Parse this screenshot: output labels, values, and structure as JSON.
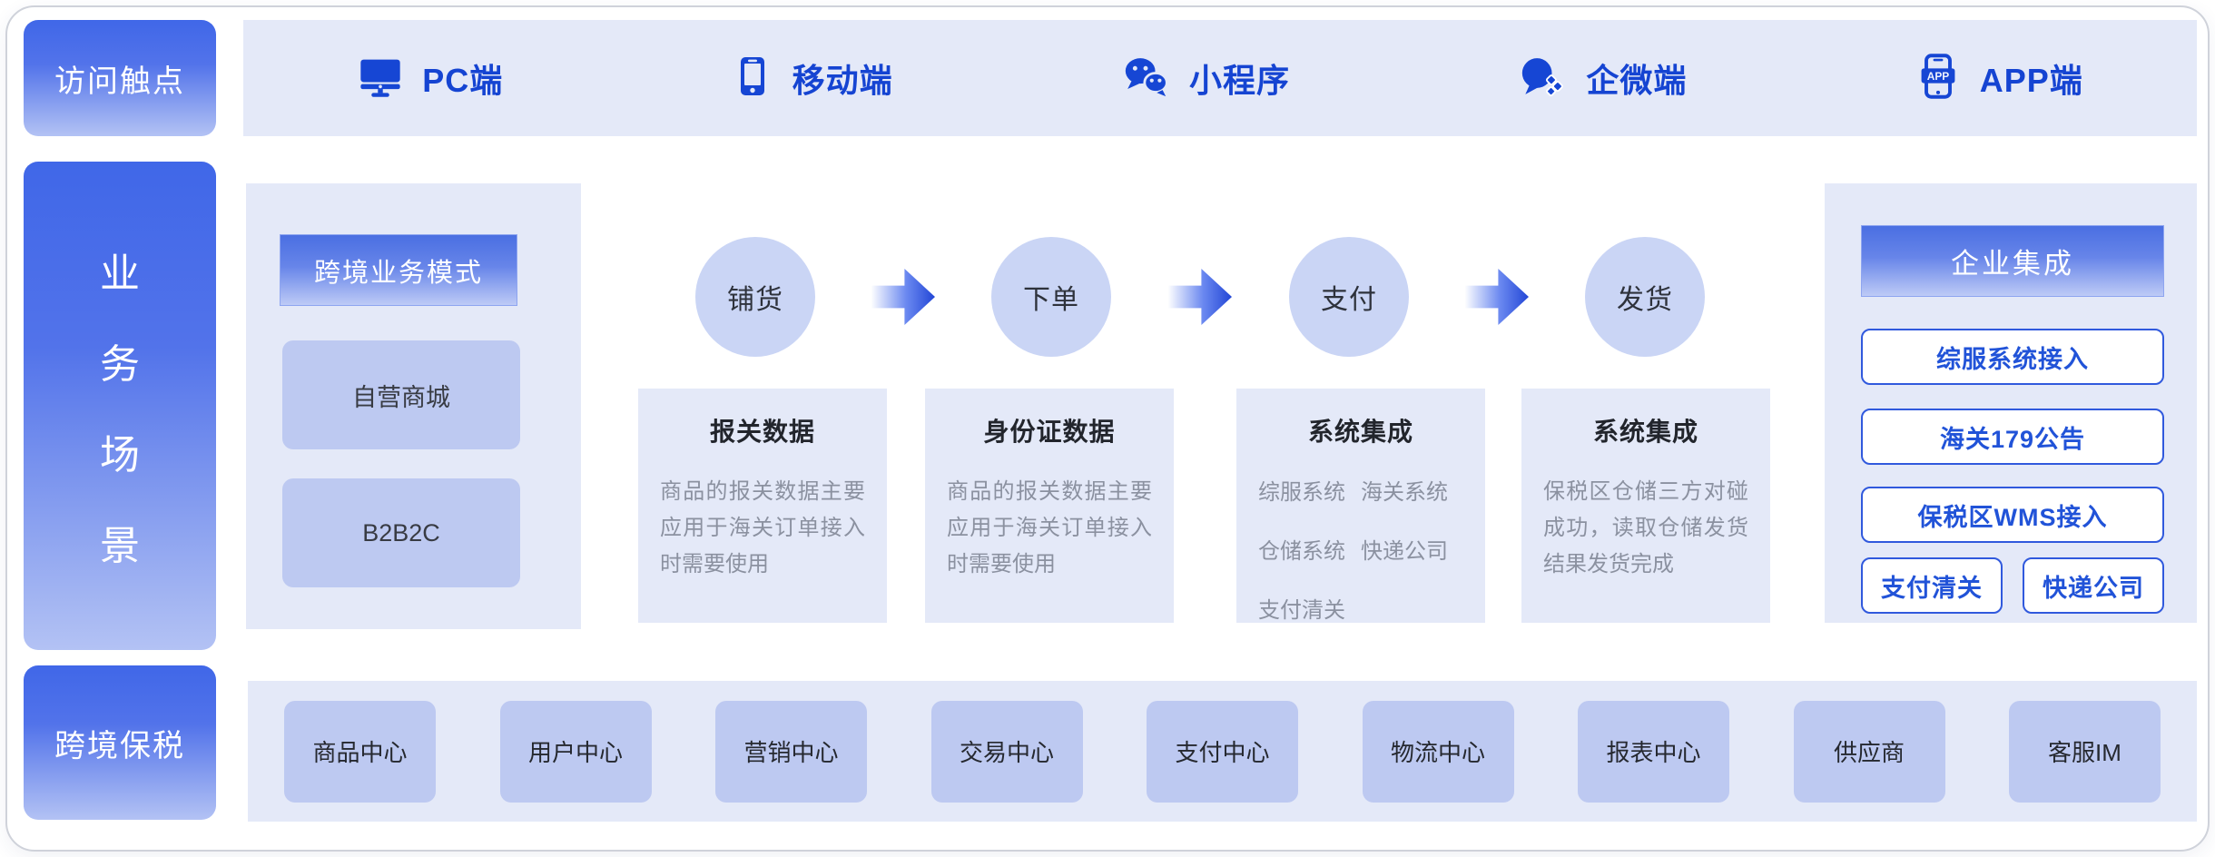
{
  "access": {
    "label": "访问触点"
  },
  "touchpoints": {
    "app_badge": "APP",
    "items": [
      {
        "icon": "pc-icon",
        "label": "PC端"
      },
      {
        "icon": "mobile-icon",
        "label": "移动端"
      },
      {
        "icon": "wechat-miniprogram-icon",
        "label": "小程序"
      },
      {
        "icon": "wecom-icon",
        "label": "企微端"
      },
      {
        "icon": "app-icon",
        "label": "APP端"
      }
    ]
  },
  "scene": {
    "label": "业务场景",
    "chars": [
      "业",
      "务",
      "场",
      "景"
    ]
  },
  "mode": {
    "header": "跨境业务模式",
    "items": [
      "自营商城",
      "B2B2C"
    ]
  },
  "flow": {
    "steps": [
      "铺货",
      "下单",
      "支付",
      "发货"
    ]
  },
  "details": [
    {
      "title": "报关数据",
      "body": "商品的报关数据主要应用于海关订单接入时需要使用"
    },
    {
      "title": "身份证数据",
      "body": "商品的报关数据主要应用于海关订单接入时需要使用"
    },
    {
      "title": "系统集成",
      "items": [
        "综服系统",
        "海关系统",
        "仓储系统",
        "快递公司",
        "支付清关"
      ]
    },
    {
      "title": "系统集成",
      "body": "保税区仓储三方对碰成功，读取仓储发货结果发货完成"
    }
  ],
  "integration": {
    "header": "企业集成",
    "buttons": [
      "综服系统接入",
      "海关179公告",
      "保税区WMS接入"
    ],
    "small_buttons": [
      "支付清关",
      "快递公司"
    ]
  },
  "bonded": {
    "label": "跨境保税"
  },
  "centers": {
    "items": [
      "商品中心",
      "用户中心",
      "营销中心",
      "交易中心",
      "支付中心",
      "物流中心",
      "报表中心",
      "供应商",
      "客服IM"
    ]
  },
  "colors": {
    "accent_blue": "#1544d2",
    "gradient_top": "#4067e8",
    "gradient_bottom": "#b3c2f4",
    "panel_bg": "#e4e9f8",
    "sub_box_bg": "#bdc9f1",
    "circle_bg": "#cad5f5",
    "button_blue": "#2153d8"
  }
}
